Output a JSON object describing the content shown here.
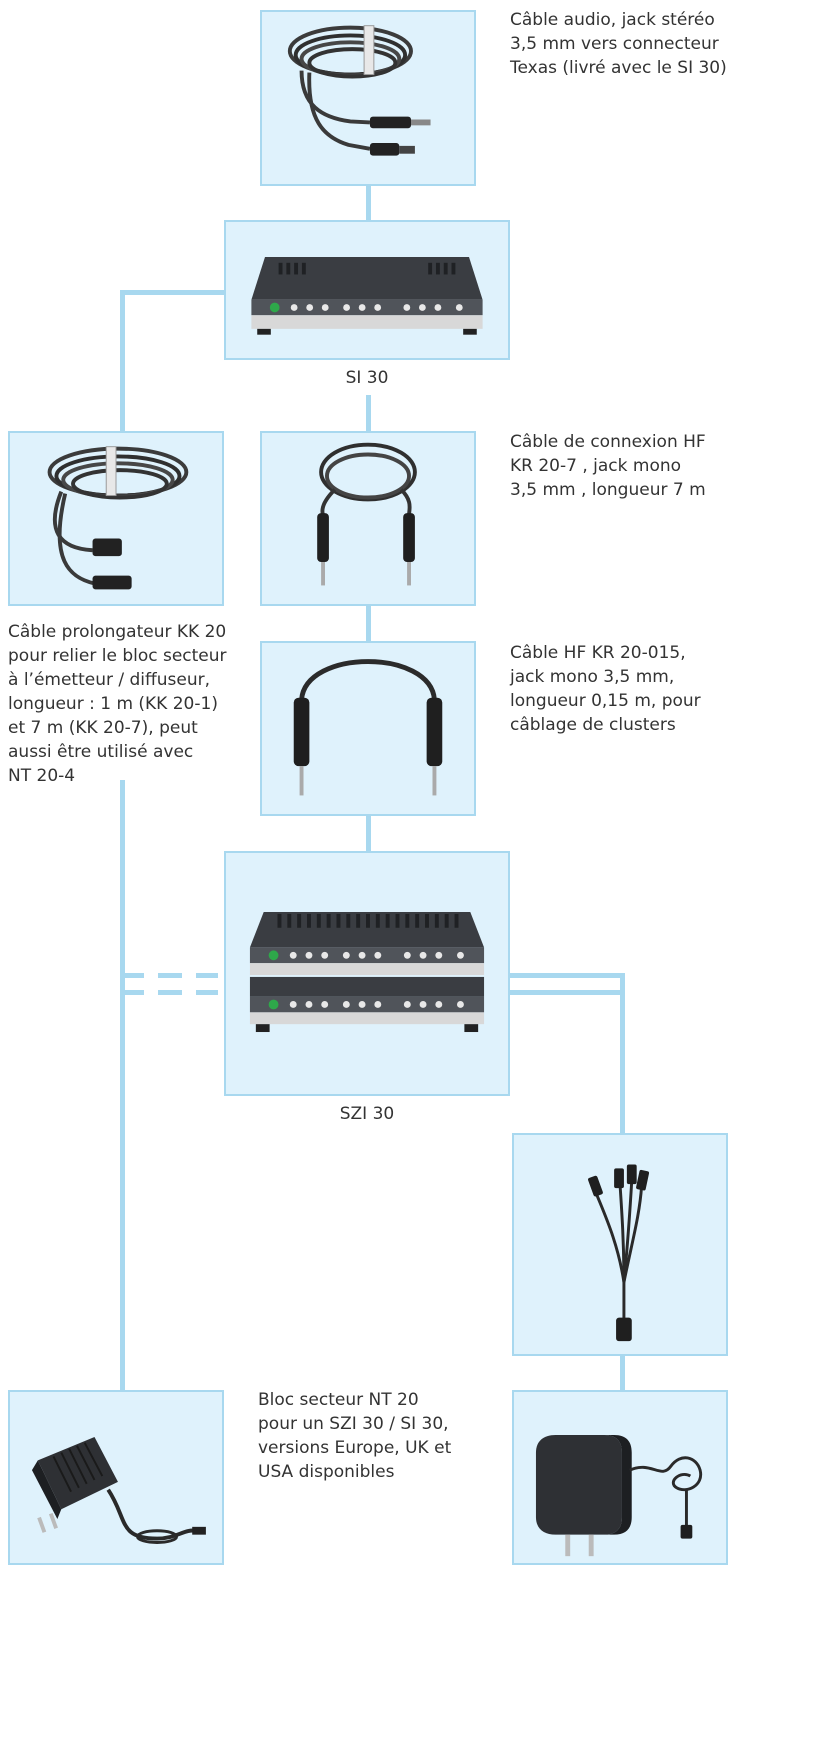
{
  "devices": {
    "si30": {
      "label": "SI 30"
    },
    "szi30": {
      "label": "SZI 30"
    }
  },
  "captions": {
    "audio_cable": [
      "Câble audio, jack stéréo",
      "3,5 mm vers connecteur",
      "Texas (livré avec le SI 30)"
    ],
    "hf_cable_kr20_7": [
      "Câble de connexion HF",
      "KR 20-7 , jack mono",
      "3,5 mm , longueur 7 m"
    ],
    "hf_cable_kr20_015": [
      "Câble HF KR 20-015,",
      "jack mono 3,5 mm,",
      "longueur 0,15 m, pour",
      "câblage de clusters"
    ],
    "extension_cable_kk20": [
      "Câble prolongateur KK 20",
      "pour relier le bloc secteur",
      "à l’émetteur / diffuseur,",
      "longueur : 1 m (KK 20-1)",
      "et 7 m (KK 20-7), peut",
      "aussi être utilisé avec",
      "NT 20-4"
    ],
    "power_supply_nt20": [
      "Bloc secteur NT 20",
      "pour un SZI 30 / SI 30,",
      "versions Europe, UK et",
      "USA disponibles"
    ]
  },
  "colors": {
    "box_fill": "#dff2fc",
    "box_border": "#a8d8ef",
    "connector_line": "#a8d8ef",
    "device_body": "#3a3d42",
    "led_green": "#2ea84a"
  },
  "icons": [
    "coiled-audio-cable-icon",
    "radiator-device-icon",
    "coiled-hf-cable-icon",
    "short-hf-cable-icon",
    "coiled-extension-cable-icon",
    "stacked-radiator-devices-icon",
    "splitter-cable-icon",
    "power-adapter-icon"
  ]
}
